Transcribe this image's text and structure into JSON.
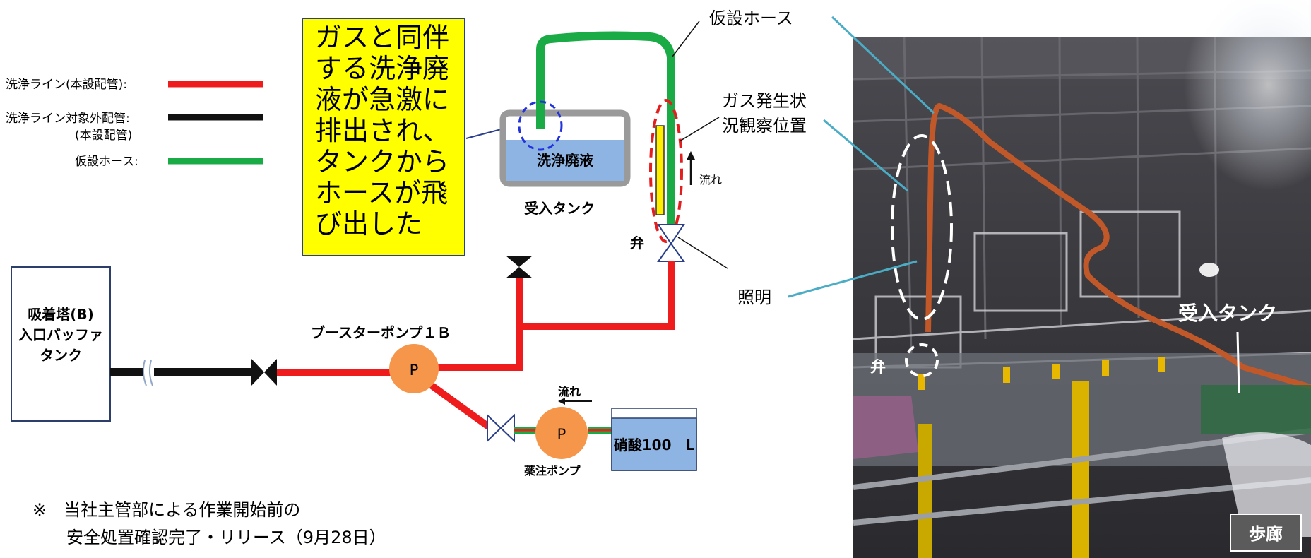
{
  "legend": {
    "wash_line": "洗浄ライン(本設配管):",
    "outside_line_1": "洗浄ライン対象外配管:",
    "outside_line_2": "(本設配管)",
    "temp_hose": "仮設ホース:"
  },
  "callout": [
    "ガスと同伴",
    "する洗浄廃",
    "液が急激に",
    "排出され、",
    "タンクから",
    "ホースが飛",
    "び出した"
  ],
  "labels": {
    "temp_hose": "仮設ホース",
    "gas_obs_1": "ガス発生状",
    "gas_obs_2": "況観察位置",
    "lighting": "照明",
    "valve": "弁",
    "flow": "流れ",
    "waste_liquid": "洗浄廃液",
    "receiving_tank": "受入タンク",
    "adsorption_1": "吸着塔(B)",
    "adsorption_2": "入口バッファ",
    "adsorption_3": "タンク",
    "booster_pump": "ブースターポンプ１Ｂ",
    "pump_symbol": "P",
    "dosing_pump": "薬注ポンプ",
    "nitric_acid": "硝酸100　L"
  },
  "note": {
    "line1": "※　当社主管部による作業開始前の",
    "line2": "安全処置確認完了・リリース（9月28日）"
  },
  "photo": {
    "valve": "弁",
    "receiving_tank": "受入タンク",
    "corridor": "歩廊"
  },
  "colors": {
    "wash_line": "#ee1c1c",
    "outside_line": "#111111",
    "temp_hose": "#1aab46",
    "pump": "#f5964a",
    "tank_liquid": "#8eb4e3",
    "callout_fill": "#ffff00",
    "annotation_line": "#4bacc6"
  }
}
